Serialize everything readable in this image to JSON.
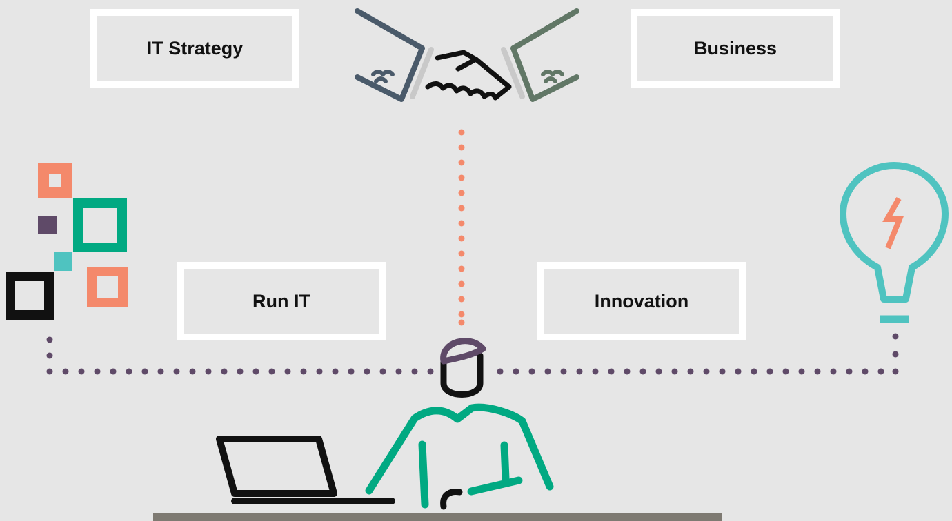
{
  "boxes": {
    "it_strategy": "IT Strategy",
    "business": "Business",
    "run_it": "Run IT",
    "innovation": "Innovation"
  },
  "icons": {
    "handshake": "handshake-icon",
    "squares": "squares-cluster-icon",
    "lightbulb": "lightbulb-icon",
    "person": "person-at-laptop-icon"
  },
  "colors": {
    "background": "#e6e6e6",
    "box_border": "#ffffff",
    "coral": "#f4896b",
    "green": "#01a982",
    "teal": "#4fc3c0",
    "purple": "#5f4a68",
    "black": "#111111",
    "slate": "#4a5a6a",
    "grey_green": "#617766",
    "desk": "#7e7a72"
  }
}
